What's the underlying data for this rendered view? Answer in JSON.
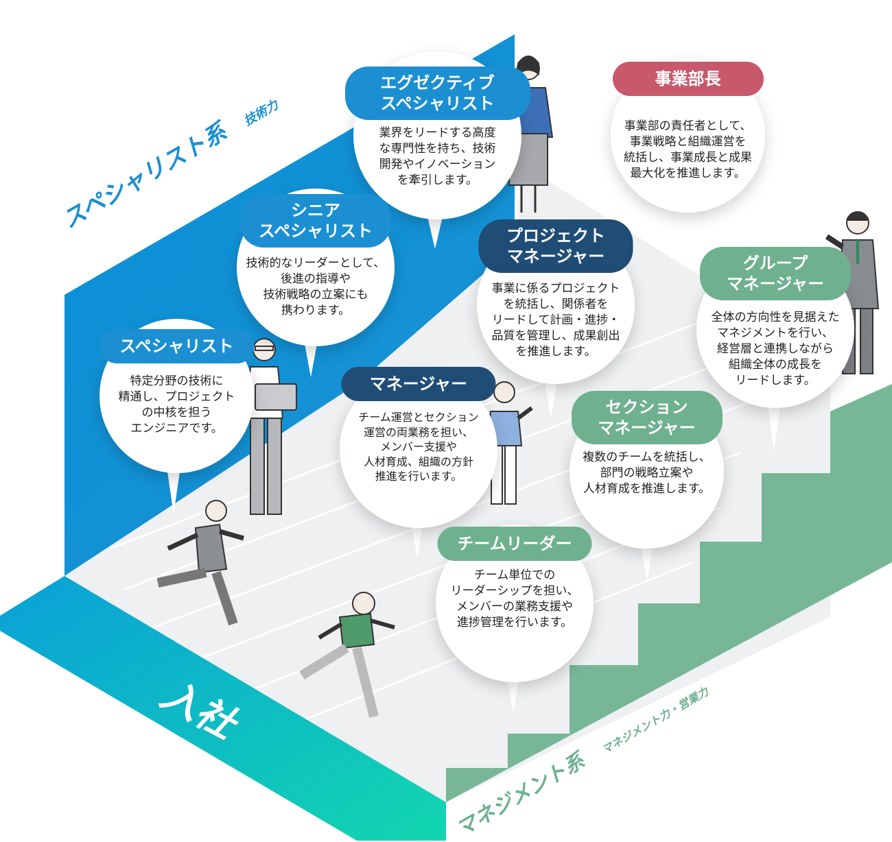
{
  "axes": {
    "specialist": "スペシャリスト系",
    "specialist_skill": "技術力",
    "management": "マネジメント系",
    "management_skill": "マネジメント力・営業力"
  },
  "entry": "入社",
  "roles": {
    "executive_specialist": {
      "title": "エグゼクティブ\nスペシャリスト",
      "desc": "業界をリードする高度\nな専門性を持ち、技術\n開発やイノベーション\nを牽引します。"
    },
    "senior_specialist": {
      "title": "シニア\nスペシャリスト",
      "desc": "技術的なリーダーとして、\n後進の指導や\n技術戦略の立案にも\n携わります。"
    },
    "specialist": {
      "title": "スペシャリスト",
      "desc": "特定分野の技術に\n精通し、プロジェクト\nの中核を担う\nエンジニアです。"
    },
    "division_head": {
      "title": "事業部長",
      "desc": "事業部の責任者として、\n事業戦略と組織運営を\n統括し、事業成長と成果\n最大化を推進します。"
    },
    "project_manager": {
      "title": "プロジェクト\nマネージャー",
      "desc": "事業に係るプロジェクト\nを統括し、関係者を\nリードして計画・進捗・\n品質を管理し、成果創出\nを推進します。"
    },
    "group_manager": {
      "title": "グループ\nマネージャー",
      "desc": "全体の方向性を見据えた\nマネジメントを行い、\n経営層と連携しながら\n組織全体の成長を\nリードします。"
    },
    "manager": {
      "title": "マネージャー",
      "desc": "チーム運営とセクション\n運営の両業務を担い、\nメンバー支援や\n人材育成、組織の方針\n推進を行います。"
    },
    "section_manager": {
      "title": "セクション\nマネージャー",
      "desc": "複数のチームを統括し、\n部門の戦略立案や\n人材育成を推進します。"
    },
    "team_leader": {
      "title": "チームリーダー",
      "desc": "チーム単位での\nリーダーシップを担い、\nメンバーの業務支援や\n進捗管理を行います。"
    }
  },
  "colors": {
    "specialist_blue": "#1b8fd2",
    "management_green": "#6fb08f",
    "manager_navy": "#1f4d75",
    "division_red": "#c8586b",
    "entry_teal": "#10c9b0"
  }
}
